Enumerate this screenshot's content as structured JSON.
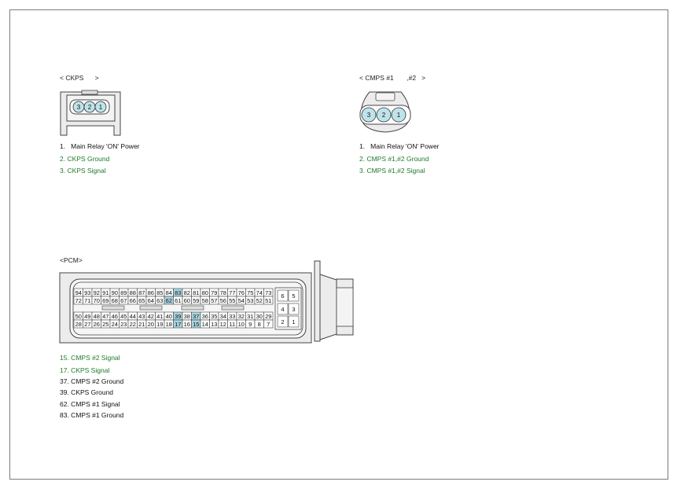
{
  "ckps": {
    "title": "< CKPS      >",
    "pins": [
      "3",
      "2",
      "1"
    ],
    "legend": [
      {
        "text": "1.   Main Relay 'ON' Power",
        "color": "black"
      },
      {
        "text": "2. CKPS Ground",
        "color": "green"
      },
      {
        "text": "3. CKPS Signal",
        "color": "green"
      }
    ]
  },
  "cmps": {
    "title": "< CMPS #1       ,#2   >",
    "pins": [
      "3",
      "2",
      "1"
    ],
    "legend": [
      {
        "text": "1.   Main Relay 'ON' Power",
        "color": "black"
      },
      {
        "text": "2. CMPS #1,#2 Ground",
        "color": "green"
      },
      {
        "text": "3. CMPS #1,#2 Signal",
        "color": "green"
      }
    ]
  },
  "pcm": {
    "title": "<PCM>",
    "rows": [
      [
        "94",
        "93",
        "92",
        "91",
        "90",
        "89",
        "88",
        "87",
        "86",
        "85",
        "84",
        "83",
        "82",
        "81",
        "80",
        "79",
        "78",
        "77",
        "76",
        "75",
        "74",
        "73"
      ],
      [
        "72",
        "71",
        "70",
        "69",
        "68",
        "67",
        "66",
        "65",
        "64",
        "63",
        "62",
        "61",
        "60",
        "59",
        "58",
        "57",
        "56",
        "55",
        "54",
        "53",
        "52",
        "51"
      ],
      [
        "50",
        "49",
        "48",
        "47",
        "46",
        "45",
        "44",
        "43",
        "42",
        "41",
        "40",
        "39",
        "38",
        "37",
        "36",
        "35",
        "34",
        "33",
        "32",
        "31",
        "30",
        "29"
      ],
      [
        "28",
        "27",
        "26",
        "25",
        "24",
        "23",
        "22",
        "21",
        "20",
        "19",
        "18",
        "17",
        "16",
        "15",
        "14",
        "13",
        "12",
        "11",
        "10",
        "9",
        "8",
        "7"
      ]
    ],
    "small_pins": [
      [
        "6",
        "5"
      ],
      [
        "4",
        "3"
      ],
      [
        "2",
        "1"
      ]
    ],
    "highlighted": [
      "83",
      "62",
      "39",
      "37",
      "17",
      "15"
    ],
    "legend": [
      {
        "text": "15. CMPS #2 Signal",
        "color": "green"
      },
      {
        "text": "17. CKPS Signal",
        "color": "green"
      },
      {
        "text": "37. CMPS #2 Ground",
        "color": "black"
      },
      {
        "text": "39. CKPS Ground",
        "color": "black"
      },
      {
        "text": "62. CMPS #1 Signal",
        "color": "black"
      },
      {
        "text": "83. CMPS #1 Ground",
        "color": "black"
      }
    ]
  },
  "colors": {
    "highlight": "#a8d5df",
    "pin_fill": "#bfe3ea",
    "connector_fill": "#ececec",
    "legend_green": "#1f7a2a"
  }
}
